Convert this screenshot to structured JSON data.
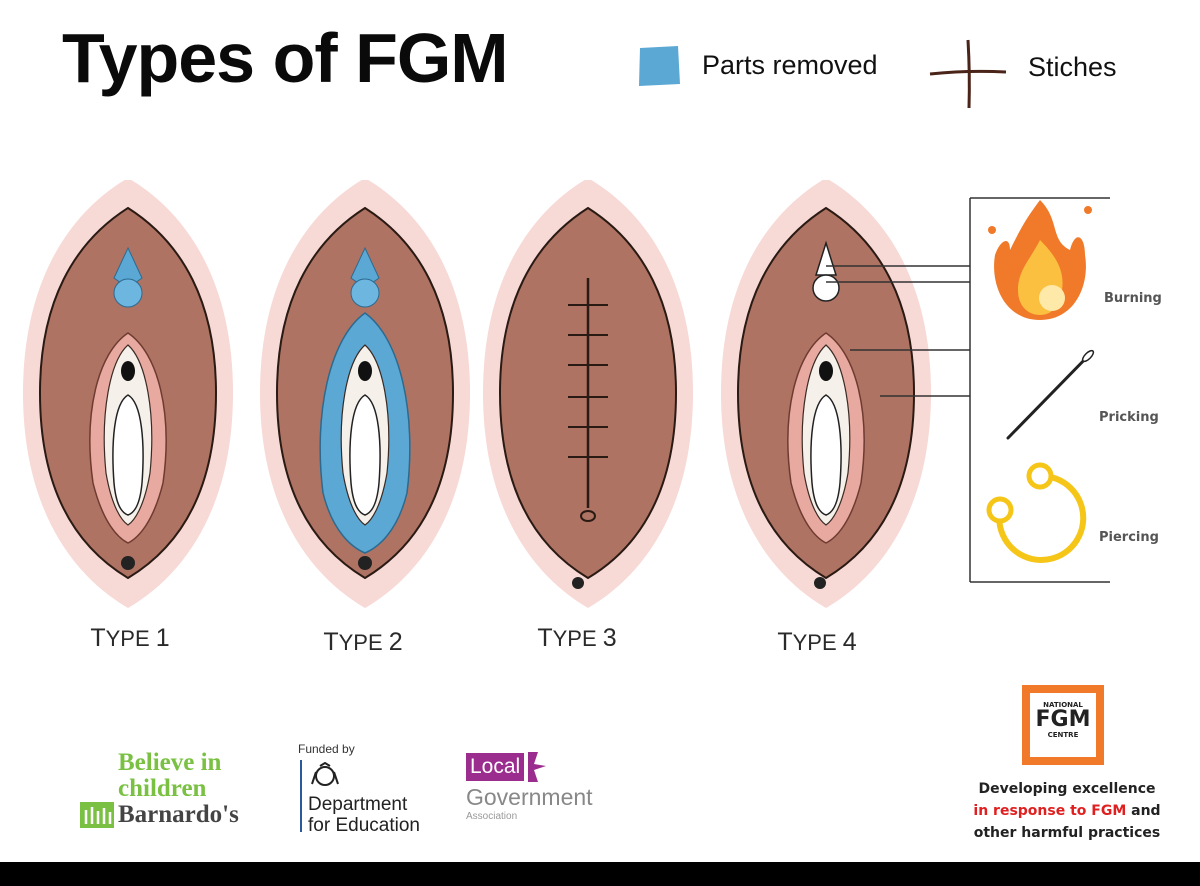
{
  "title": "Types of FGM",
  "legend": {
    "removed_label": "Parts removed",
    "stitches_label": "Stiches",
    "removed_color": "#5ba8d4",
    "stitch_color": "#4a2418"
  },
  "types": [
    {
      "prefix": "T",
      "rest": "YPE",
      "number": "1"
    },
    {
      "prefix": "T",
      "rest": "YPE",
      "number": "2"
    },
    {
      "prefix": "T",
      "rest": "YPE",
      "number": "3"
    },
    {
      "prefix": "T",
      "rest": "YPE",
      "number": "4"
    }
  ],
  "type4_methods": [
    {
      "label": "Burning",
      "icon": "fire-icon"
    },
    {
      "label": "Pricking",
      "icon": "needle-icon"
    },
    {
      "label": "Piercing",
      "icon": "ring-icon"
    }
  ],
  "logos": {
    "barnardos": {
      "line1": "Believe in",
      "line2": "children",
      "line3": "Barnardo's",
      "color": "#7ac143"
    },
    "dfe": {
      "funded_by": "Funded by",
      "line1": "Department",
      "line2": "for Education"
    },
    "lga": {
      "local": "Local",
      "government": "Government",
      "association": "Association",
      "color": "#9b2d8e"
    },
    "fgm_centre": {
      "national": "NATIONAL",
      "fgm": "FGM",
      "centre": "CENTRE",
      "tagline1": "Developing excellence",
      "tagline2": "in response to FGM",
      "tagline2_suffix": " and",
      "tagline3": "other harmful practices",
      "accent": "#e02020"
    }
  }
}
